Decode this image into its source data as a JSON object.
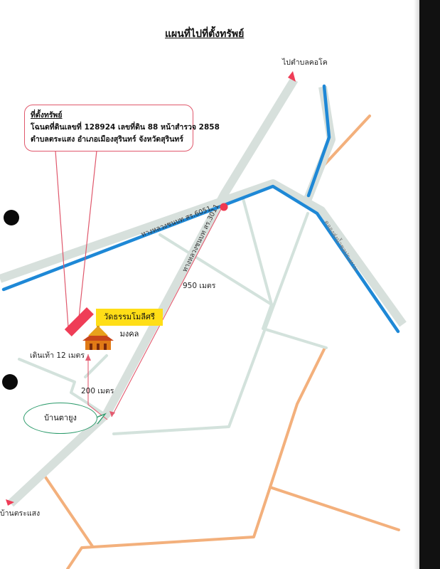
{
  "title": "แผนที่ไปที่ตั้งทรัพย์",
  "property_box": {
    "heading": "ที่ตั้งทรัพย์",
    "line1": "โฉนดที่ดินเลขที่ 128924 เลขที่ดิน 88 หน้าสำรวจ 2858",
    "line2": "ตำบลตระแสง อำเภอเมืองสุรินทร์ จังหวัดสุรินทร์"
  },
  "labels": {
    "to_kho_kho": "ไปตำบลคอโค",
    "to_trasaeng": "บ้านตระแสง",
    "road_6051": "ทางหลวงชนบท สร.6051",
    "road_3011": "ทางหลวงชนบท สร.3011",
    "distance_950": "950 เมตร",
    "distance_200": "200 เมตร",
    "walk_12": "เดินเท้า 12 เมตร",
    "temple": "วัดธรรมโมลีศรีมงคล",
    "village": "บ้านตายูง",
    "canal": "คลองส่งน้ำชลประทาน"
  },
  "colors": {
    "road_casing": "#d7e0dc",
    "canal": "#1e88d6",
    "minor_road": "#cfe0d8",
    "orange_path": "#f3b07c",
    "route_marker": "#e35a6f",
    "property": "#ef3d57",
    "temple_label": "#ffde17",
    "village_outline": "#2a9a6a"
  },
  "icons": {
    "arrow_up": "arrow-up-icon",
    "arrow_down": "arrow-down-icon",
    "junction": "junction-marker-icon",
    "temple": "temple-icon",
    "property": "property-marker-icon"
  }
}
